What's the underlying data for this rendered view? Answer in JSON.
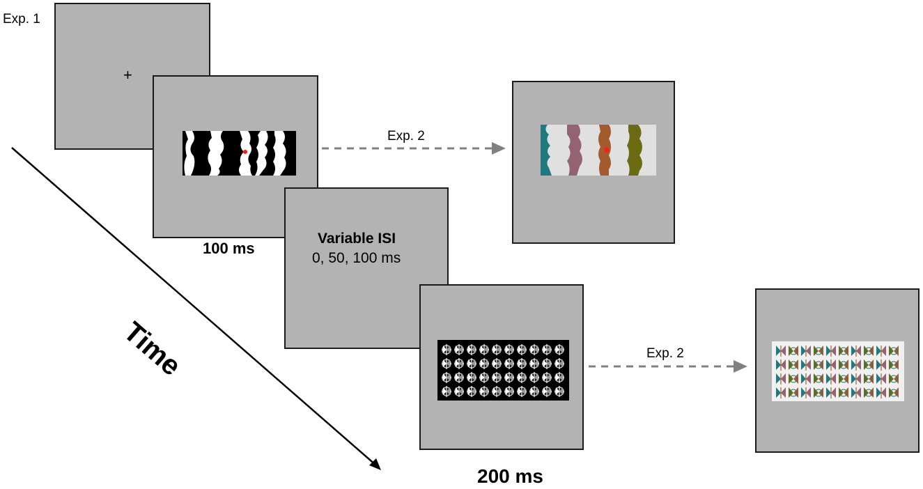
{
  "labels": {
    "exp1": "Exp. 1",
    "duration1": "100 ms",
    "isi_title": "Variable ISI",
    "isi_values": "0, 50, 100 ms",
    "duration2": "200 ms",
    "time_axis": "Time",
    "exp2_top": "Exp. 2",
    "exp2_bottom": "Exp. 2"
  },
  "colors": {
    "screen_gray": "#b3b3b3",
    "fixation_red": "#ff1a1a",
    "exp2_teal": "#1f7a80",
    "exp2_mauve": "#946371",
    "exp2_rust": "#a35a2c",
    "exp2_olive": "#6b6b14",
    "arrow_gray": "#808080"
  }
}
